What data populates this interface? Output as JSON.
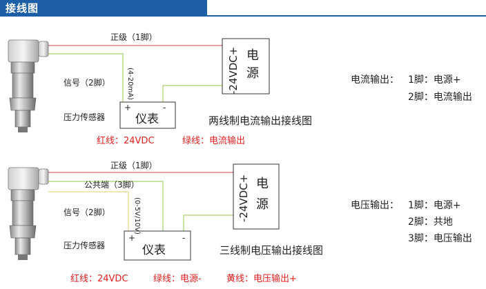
{
  "header": {
    "title": "接线图"
  },
  "two_wire": {
    "label_pos": "正级（1脚）",
    "label_signal": "信号（2脚）",
    "range_label": "(4-20mA)",
    "sensor_label": "压力传感器",
    "supply_box": {
      "voltage": "-24VDC+",
      "text_top": "电",
      "text_bottom": "源"
    },
    "meter_box": {
      "plus": "+",
      "minus": "-",
      "text": "仪表"
    },
    "caption": "两线制电流输出接线图",
    "legend": {
      "red": "红线：24VDC",
      "green": "绿线：电流输出"
    },
    "pins": {
      "title": "电流输出：",
      "pin1": "1脚：电源+",
      "pin2": "2脚：电流输出"
    }
  },
  "three_wire": {
    "label_pos": "正级（1脚）",
    "label_common": "公共端（3脚）",
    "label_signal": "信号（2脚）",
    "range_label": "(0-5V/10V)",
    "sensor_label": "压力传感器",
    "supply_box": {
      "voltage": "-24VDC+",
      "text_top": "电",
      "text_bottom": "源"
    },
    "meter_box": {
      "plus": "+",
      "minus": "-",
      "text": "仪表"
    },
    "caption": "三线制电压输出接线图",
    "legend": {
      "red": "红线：24VDC",
      "green": "绿线：电源-",
      "yellow": "黄线：电压输出+"
    },
    "pins": {
      "title": "电压输出：",
      "pin1": "1脚：电源+",
      "pin2": "2脚：共地",
      "pin3": "3脚：电压输出"
    }
  },
  "colors": {
    "header": "#1d5fa6",
    "red_wire": "#e06060",
    "green_wire": "#a6d26a",
    "yellow_wire": "#ead58a",
    "legend_red": "#e02020"
  }
}
